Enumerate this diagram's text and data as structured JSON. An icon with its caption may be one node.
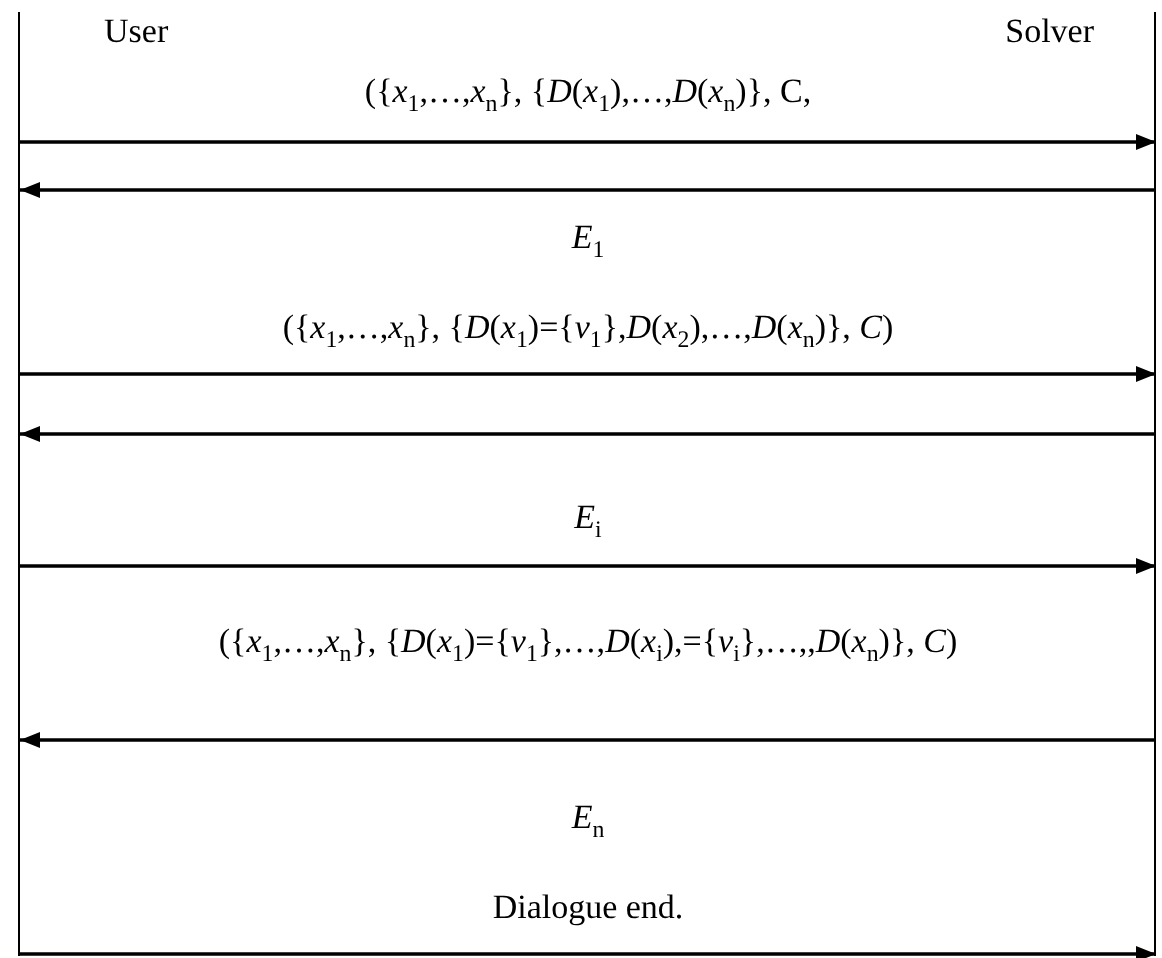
{
  "diagram": {
    "nodes": [
      {
        "text": [
          "User"
        ]
      },
      {
        "text": [
          "Solver"
        ]
      }
    ],
    "edges": [
      {
        "from": 0,
        "to": 1,
        "arrow": "to",
        "label": "({*x*$_{1}$,…,*x*$_{n}$}, {*D*(*x*$_{1}$),…,*D*(*x*$_{n}$)}, C,"
      },
      {
        "from": 1,
        "to": 0,
        "arrow": "to",
        "label": "*E*$_{1}$"
      },
      {
        "from": 0,
        "to": 1,
        "arrow": "to",
        "label": "({*x*$_{1}$,…,*x*$_{n}$}, {*D*(*x*$_{1}$)={*v*$_{1}$},*D*(*x*$_{2}$),…,*D*(*x*$_{n}$)}, *C*)"
      },
      {
        "from": 1,
        "to": 0,
        "arrow": "to",
        "label": "*E*$_{i}$"
      },
      {
        "from": 0,
        "to": 1,
        "arrow": "to",
        "label": "({*x*$_{1}$,…,*x*$_{n}$}, {*D*(*x*$_{1}$)={*v*$_{1}$},…,*D*(*x*$_{i}$),={*v*$_{i}$},…,,*D*(*x*$_{n}$)}, *C*)"
      },
      {
        "from": 1,
        "to": 0,
        "arrow": "to",
        "label": "*E*$_{n}$"
      },
      {
        "from": 0,
        "to": 1,
        "arrow": "to",
        "label": "Dialogue end."
      }
    ]
  }
}
